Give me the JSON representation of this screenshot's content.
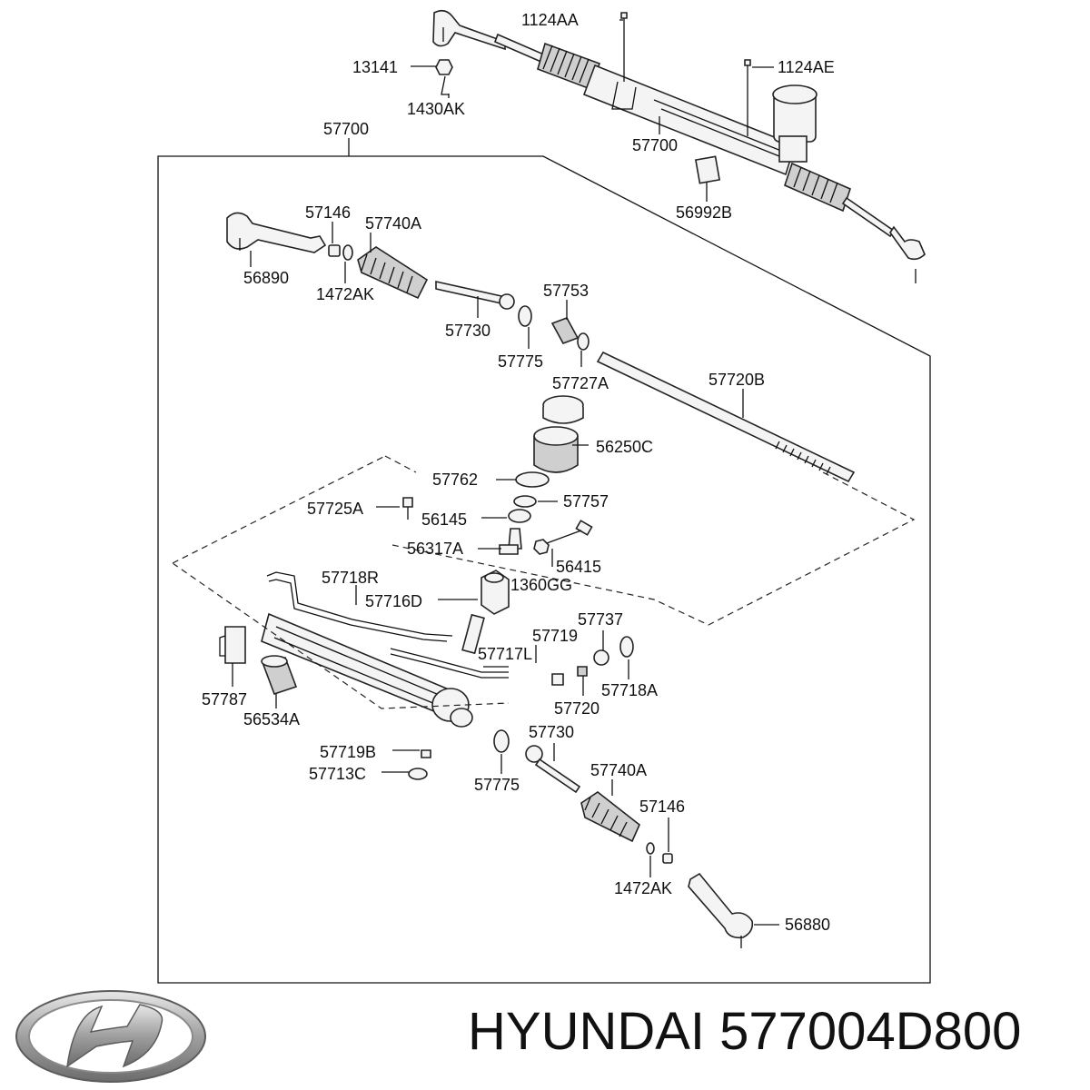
{
  "brand": "HYUNDAI",
  "part_number": "577004D800",
  "labels": {
    "l1124AA": "1124AA",
    "l13141": "13141",
    "l1430AK": "1430AK",
    "l1124AE": "1124AE",
    "l57700top": "57700",
    "l57700in": "57700",
    "l56992B": "56992B",
    "l57146a": "57146",
    "l57740Aa": "57740A",
    "l56890": "56890",
    "l1472AKa": "1472AK",
    "l57730a": "57730",
    "l57753": "57753",
    "l57775a": "57775",
    "l57727A": "57727A",
    "l57720B": "57720B",
    "l56250C": "56250C",
    "l57762": "57762",
    "l57757": "57757",
    "l57725A": "57725A",
    "l56145": "56145",
    "l56317A": "56317A",
    "l56415": "56415",
    "l1360GG": "1360GG",
    "l57718R": "57718R",
    "l57716D": "57716D",
    "l57737": "57737",
    "l57719": "57719",
    "l57717L": "57717L",
    "l57718A": "57718A",
    "l57720": "57720",
    "l57787": "57787",
    "l56534A": "56534A",
    "l57730b": "57730",
    "l57719B": "57719B",
    "l57713C": "57713C",
    "l57775b": "57775",
    "l57740Ab": "57740A",
    "l57146b": "57146",
    "l1472AKb": "1472AK",
    "l56880": "56880"
  },
  "colors": {
    "line": "#111111",
    "logo": "#9a9a9a"
  },
  "icons": {
    "logo": "hyundai-logo-icon"
  }
}
